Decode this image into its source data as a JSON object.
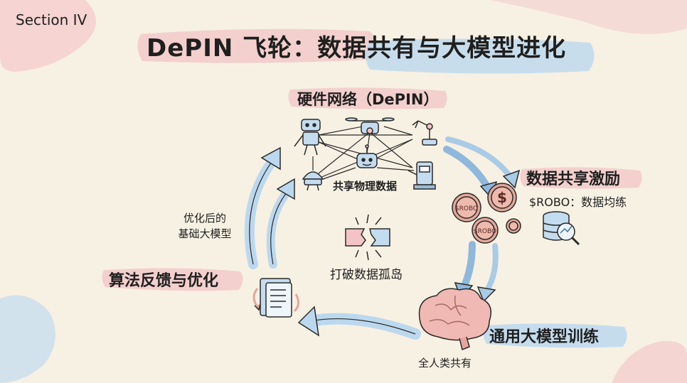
{
  "section_label": "Section IV",
  "title": "DePIN 飞轮：数据共有与大模型进化",
  "hardware": {
    "title": "硬件网络（DePIN）",
    "sharing_label": "共享物理数据"
  },
  "incentive": {
    "title": "数据共享激励",
    "subtitle": "$ROBO：数据均练",
    "coin_labels": [
      "$ROBO",
      "$ROBO",
      "$"
    ]
  },
  "training": {
    "title": "通用大模型训练",
    "subtitle": "全人类共有"
  },
  "feedback": {
    "title": "算法反馈与优化",
    "model_label": "优化后的\n基础大模型"
  },
  "center": {
    "label": "打破数据孤岛"
  },
  "colors": {
    "background": "#f7f1e3",
    "pink_highlight": "#f2c4c6",
    "blue_highlight": "#bcd8ee",
    "arrow_blue": "#a9cbe6",
    "ink": "#2a2a2a"
  }
}
